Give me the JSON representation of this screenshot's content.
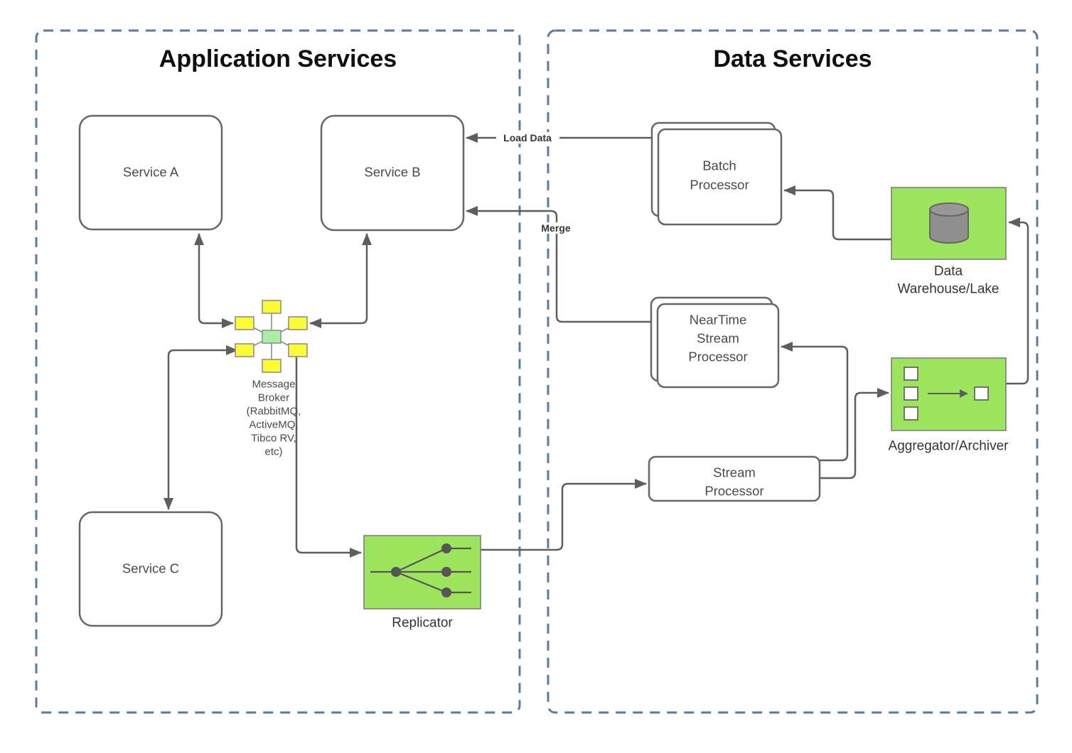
{
  "diagram": {
    "containers": {
      "app": {
        "title": "Application Services"
      },
      "data": {
        "title": "Data Services"
      }
    },
    "nodes": {
      "service_a": {
        "label": "Service A"
      },
      "service_b": {
        "label": "Service B"
      },
      "service_c": {
        "label": "Service C"
      },
      "message_broker": {
        "lines": [
          "Message",
          "Broker",
          "(RabbitMQ,",
          "ActiveMQ,",
          "Tibco RV,",
          "etc)"
        ]
      },
      "replicator": {
        "label": "Replicator"
      },
      "batch_processor": {
        "lines": [
          "Batch",
          "Processor"
        ]
      },
      "neartime": {
        "lines": [
          "NearTime",
          "Stream",
          "Processor"
        ]
      },
      "stream_processor": {
        "lines": [
          "Stream",
          "Processor"
        ]
      },
      "data_warehouse": {
        "lines": [
          "Data",
          "Warehouse/Lake"
        ]
      },
      "aggregator": {
        "label": "Aggregator/Archiver"
      }
    },
    "edges": {
      "load_data": {
        "label": "Load Data"
      },
      "merge": {
        "label": "Merge"
      }
    },
    "colors": {
      "container_border": "#5b7a9e",
      "line": "#5e5e5e",
      "node_green": "#9ee55e",
      "broker_green": "#abefa2",
      "yellow": "#fcfc36",
      "cylinder_gray": "#8f8f8f"
    }
  }
}
